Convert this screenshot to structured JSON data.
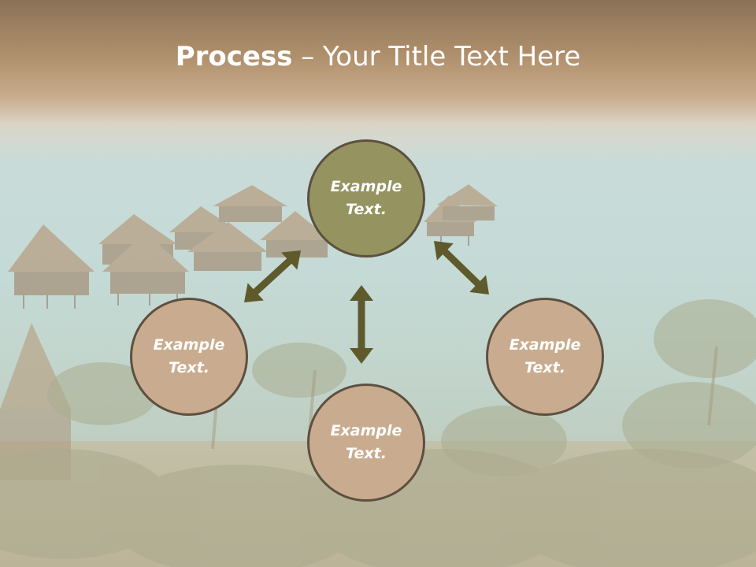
{
  "title": {
    "bold": "Process",
    "rest": " – Your Title Text Here"
  },
  "nodes": {
    "top": {
      "text": "Example\nText."
    },
    "left": {
      "text": "Example\nText."
    },
    "right": {
      "text": "Example\nText."
    },
    "bottom": {
      "text": "Example\nText."
    }
  },
  "colors": {
    "node_top_fill": "#959460",
    "node_fill": "#c9ac8f",
    "node_border": "#5d5040",
    "arrow": "#5e5a2c",
    "title_band": "#a68a6a"
  },
  "icons": {
    "arrows": [
      "double-arrow-icon",
      "double-arrow-icon",
      "double-arrow-icon"
    ]
  }
}
